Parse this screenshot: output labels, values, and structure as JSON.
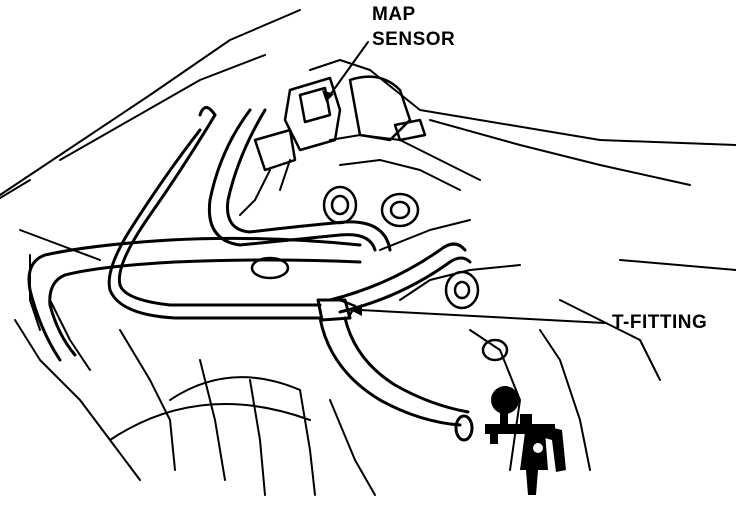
{
  "labels": {
    "map_sensor_line1": "MAP",
    "map_sensor_line2": "SENSOR",
    "t_fitting": "T-FITTING"
  },
  "colors": {
    "ink": "#000000",
    "paper": "#ffffff"
  },
  "icons": {
    "vacuum_pump": "hand-vacuum-pump-icon"
  }
}
